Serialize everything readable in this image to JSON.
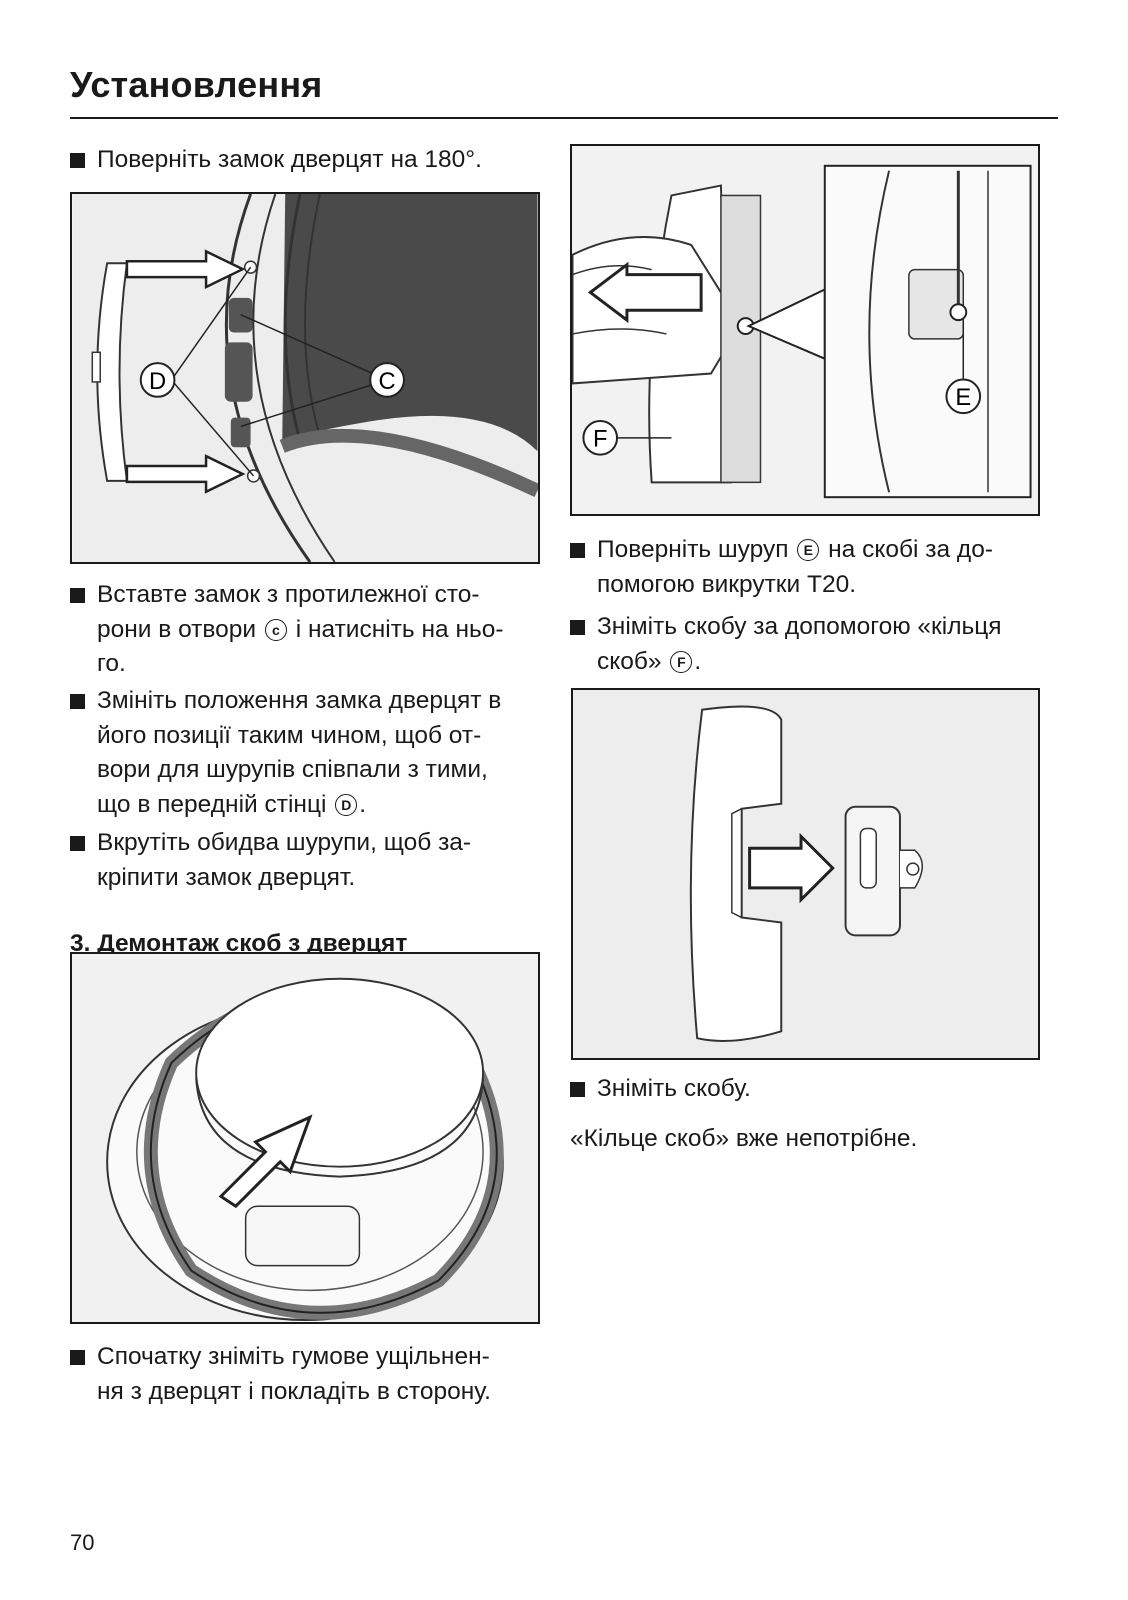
{
  "page": {
    "heading": "Установлення",
    "page_number": "70"
  },
  "left": {
    "step1": "Поверніть замок дверцят на 180°.",
    "step2_a": "Вставте замок з протилежної сто-",
    "step2_b": "рони в отвори",
    "step2_mark": "c",
    "step2_c": "і натисніть на ньо-",
    "step2_d": "го.",
    "step3_a": "Змініть положення замка дверцят в",
    "step3_b": "його позиції таким чином, щоб от-",
    "step3_c": "вори для шурупів співпали з тими,",
    "step3_d": "що в передній стінці",
    "step3_mark": "D",
    "step3_end": ".",
    "step4_a": "Вкрутіть обидва шурупи, щоб за-",
    "step4_b": "кріпити замок дверцят.",
    "section_title": "3. Демонтаж скоб з дверцят",
    "step5_a": "Спочатку зніміть гумове ущільнен-",
    "step5_b": "ня з дверцят і покладіть в сторону."
  },
  "right": {
    "step1_a": "Поверніть шуруп",
    "step1_mark": "E",
    "step1_b": "на скобі за до-",
    "step1_c": "помогою викрутки T20.",
    "step2_a": "Зніміть скобу за допомогою «кільця",
    "step2_b": "скоб»",
    "step2_mark": "F",
    "step2_end": ".",
    "step3": "Зніміть скобу.",
    "note": "«Кільце скоб» вже непотрібне."
  },
  "figures": {
    "fig1_labels": [
      "D",
      "C"
    ],
    "fig2_labels": [
      "F",
      "E"
    ]
  }
}
